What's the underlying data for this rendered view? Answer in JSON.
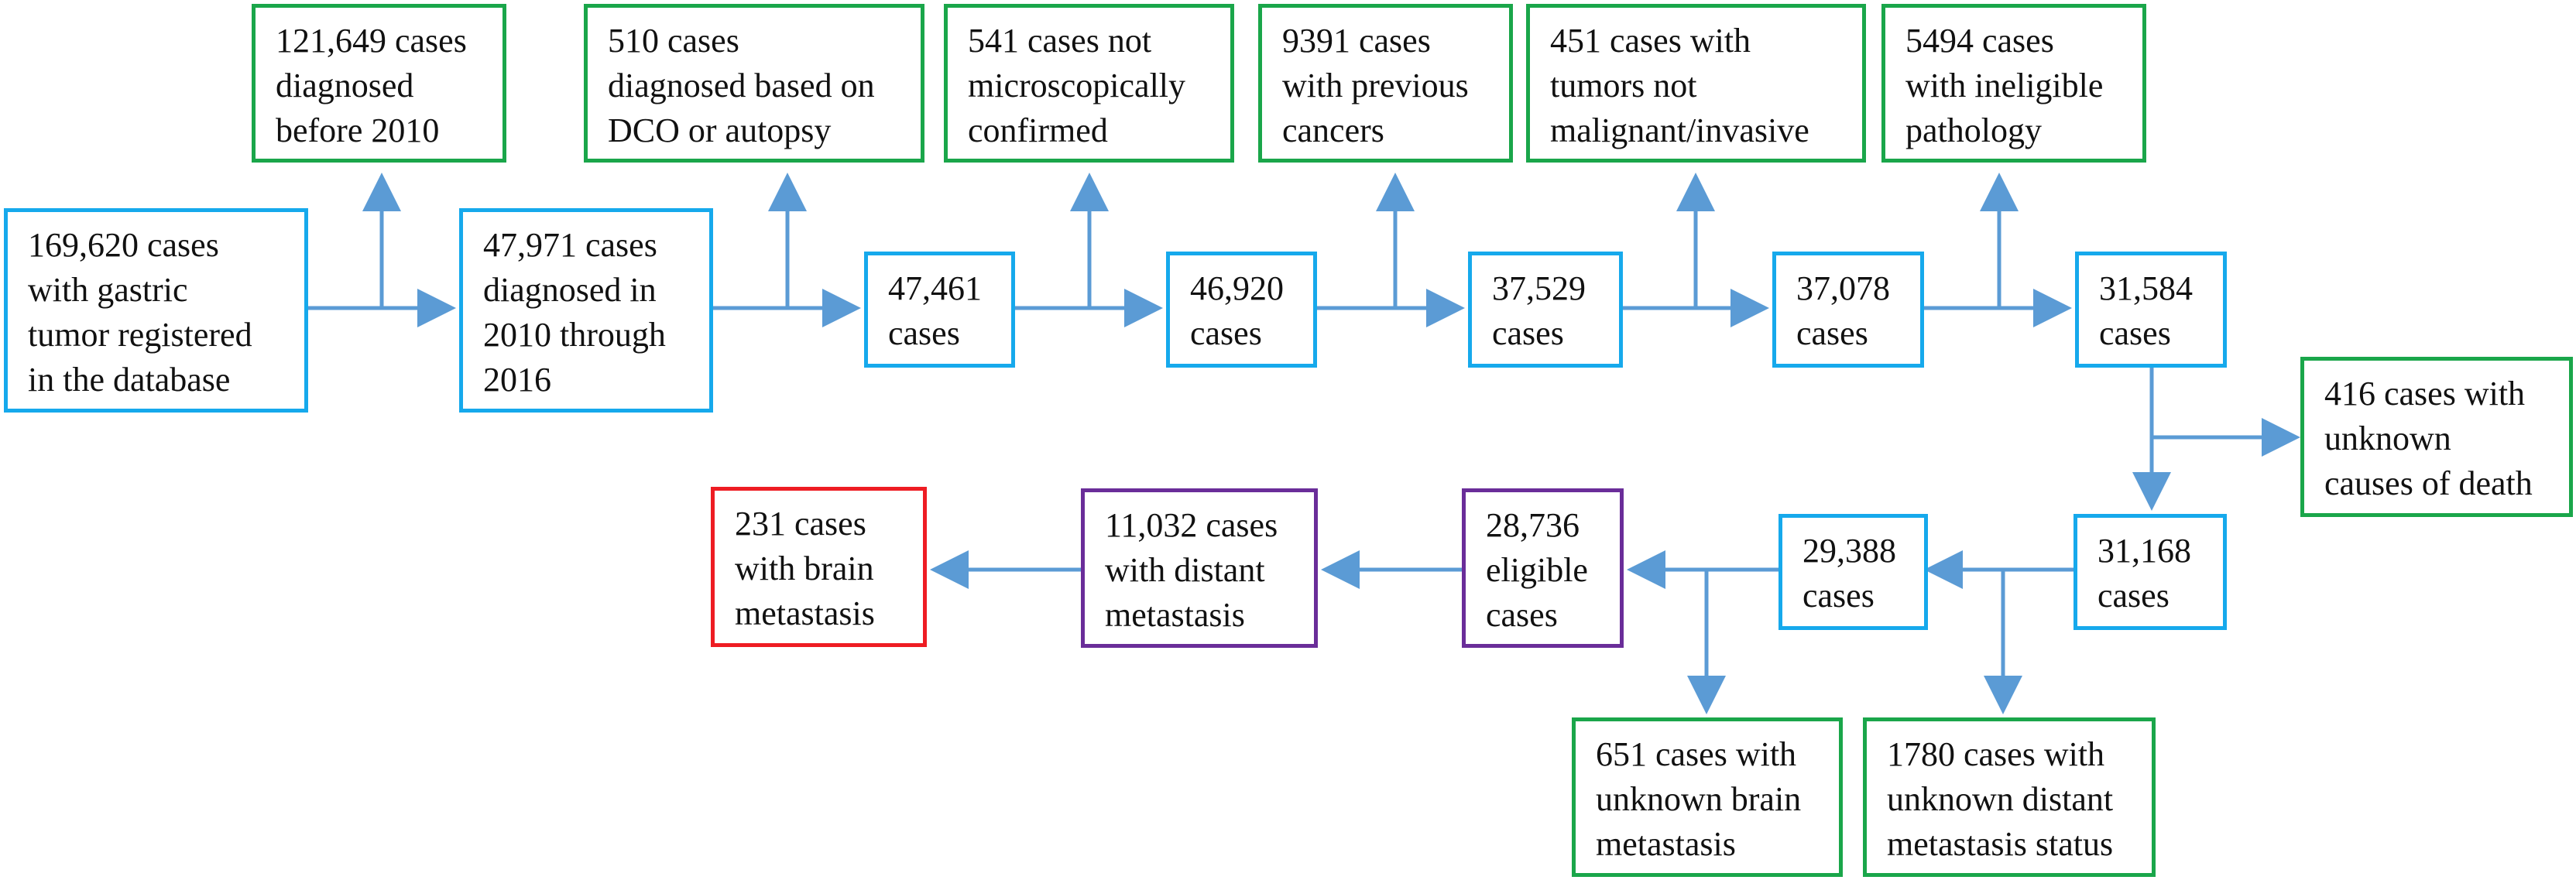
{
  "colors": {
    "main_path": "#16a9ec",
    "exclusion": "#1aa64a",
    "eligible": "#6a2d99",
    "outcome": "#ee1c23",
    "arrow": "#5b9bd5"
  },
  "boxes": {
    "registered": "169,620 cases\nwith gastric\ntumor registered\nin the database",
    "diagnosed_2010_2016": "47,971 cases\ndiagnosed in\n2010 through\n2016",
    "cases_47461": "47,461\ncases",
    "cases_46920": "46,920\ncases",
    "cases_37529": "37,529\ncases",
    "cases_37078": "37,078\ncases",
    "cases_31584": "31,584\ncases",
    "cases_31168": "31,168\ncases",
    "cases_29388": "29,388\ncases",
    "eligible": "28,736\neligible\ncases",
    "distant_metastasis": "11,032 cases\nwith distant\nmetastasis",
    "brain_metastasis": "231 cases\nwith brain\nmetastasis",
    "excl_before_2010": "121,649 cases\ndiagnosed\nbefore 2010",
    "excl_dco_autopsy": "510 cases\ndiagnosed based on\nDCO or autopsy",
    "excl_not_microscopic": "541 cases not\nmicroscopically\nconfirmed",
    "excl_previous_cancers": "9391 cases\nwith previous\ncancers",
    "excl_not_malignant": "451 cases with\ntumors not\nmalignant/invasive",
    "excl_ineligible_pathology": "5494 cases\nwith ineligible\npathology",
    "excl_unknown_death": "416 cases with\nunknown\ncauses of death",
    "excl_unknown_distant": "1780 cases with\nunknown distant\nmetastasis status",
    "excl_unknown_brain": "651 cases with\nunknown brain\nmetastasis"
  }
}
